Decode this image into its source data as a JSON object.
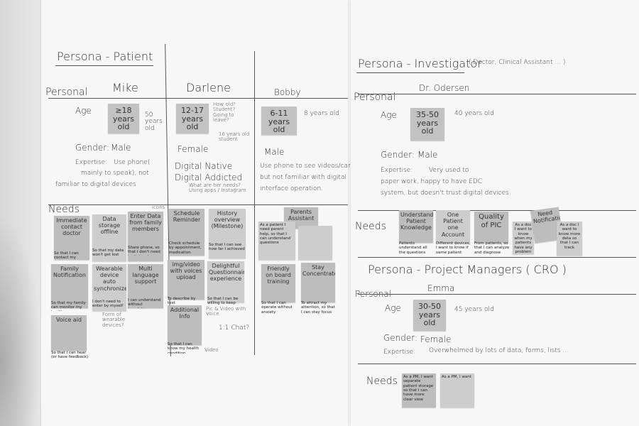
{
  "left": {
    "title": "Persona - Patient",
    "personal_label": "Personal",
    "needs_label": "Needs",
    "age_label": "Age",
    "gender_label": "Gender:",
    "expertise_label": "Expertise:",
    "mike": {
      "name": "Mike",
      "age_note": "≥18 years old",
      "age_side": "50 years old",
      "gender": "Male",
      "expertise_1": "Use phone(",
      "expertise_2": "mainly to speak), not",
      "expertise_3": "familiar to digital devices"
    },
    "darlene": {
      "name": "Darlene",
      "age_note": "12-17 years old",
      "age_side_1": "How old? Student? Going to leave?",
      "age_side_2": "16 years old student",
      "gender": "Female",
      "trait_1": "Digital Native",
      "trait_2": "Digital Addicted",
      "trait_3": "What are her needs? Using apps / Instagram"
    },
    "bobby": {
      "name": "Bobby",
      "age_note": "6-11 years old",
      "age_side": "8 years old",
      "gender": "Male",
      "expertise_1": "Use phone to see videos/cartoon",
      "expertise_2": "but not familiar with digital",
      "expertise_3": "interface operation."
    },
    "notes": {
      "n1": "Immediate contact doctor",
      "n1_cap": "So that I can contact my doctor immediately",
      "n2": "Data storage offline",
      "n2_cap": "So that my data won't get lost",
      "n3": "Enter Data from family members",
      "n3_cap": "Share phone, so that I don't need to do input",
      "n3_tag": "icons",
      "n4": "Family Notification",
      "n4_cap": "So that my family can monitor my health",
      "n5": "Wearable device auto synchronize",
      "n5_cap": "I don't need to enter by myself",
      "n5_extra": "Form of wearable devices?",
      "n6": "Multi language support",
      "n6_cap": "I can understand without translation",
      "n7": "Voice aid",
      "n7_cap": "So that I can hear (or have feedback)",
      "n8": "Schedule Reminder",
      "n8_cap": "Check schedule by appointment, medication",
      "n9": "History overview (Milestone)",
      "n9_cap": "So that I can see how far I achieved",
      "n10": "img/video with voices upload",
      "n10_cap": "To describe by text",
      "n11": "Delightful Questionnaire experience",
      "n11_cap": "So that I can be willing to keep doing",
      "n11_extra": "Pic & Video with Voice",
      "n12": "Additional Info",
      "n12_cap": "So that I can know my health condition",
      "n12_extra": "Video",
      "n13": "1:1 Chat?",
      "n14": "Parents Assistant",
      "n14_cap": "As a patient I need parent help, so that I can understand questions",
      "n15": "Friendly on board training",
      "n15_cap": "So that I can operate without anxiety",
      "n16": "Stay Concentrated",
      "n16_cap": "To attract my attention, so that I can stay focus"
    }
  },
  "right": {
    "title": "Persona - Investigator",
    "title_note": "( Doctor, Clinical Assistant ... )",
    "personal_label": "Personal",
    "name": "Dr. Odersen",
    "age_label": "Age",
    "age_note": "35-50 years old",
    "age_side": "40 years old",
    "gender_label": "Gender:",
    "gender": "Male",
    "expertise_label": "Expertise:",
    "expertise_1": "Very used to",
    "expertise_2": "paper work, happy to have EDC",
    "expertise_3": "system, but doesn't trust digital devices.",
    "needs_label": "Needs",
    "notes": {
      "n1": "Understand Patient Knowledge",
      "n1_cap": "Patients understand all the questions",
      "n2": "One Patient one Account",
      "n2_cap": "Different devices, I want to know if same patient",
      "n3": "Quality of PIC",
      "n3_cap": "From patients, so that I can analyze and diagnose",
      "n4": "As a doc I want to know when my patients have any problem",
      "n5": "Need Notification",
      "n6": "As a doc I want to know more data so that I can track"
    },
    "pm": {
      "title": "Persona - Project Managers ( CRO )",
      "personal_label": "Personal",
      "name": "Emma",
      "age_label": "Age",
      "age_note": "30-50 years old",
      "age_side": "45 years old",
      "gender_label": "Gender:",
      "gender": "Female",
      "expertise_label": "Expertise:",
      "expertise": "Overwhelmed by lots of data, forms, lists ...",
      "needs_label": "Needs",
      "note1": "As a PM, I want separate patient storage so that I can have more clear view",
      "note2": "As a PM, I want"
    }
  }
}
